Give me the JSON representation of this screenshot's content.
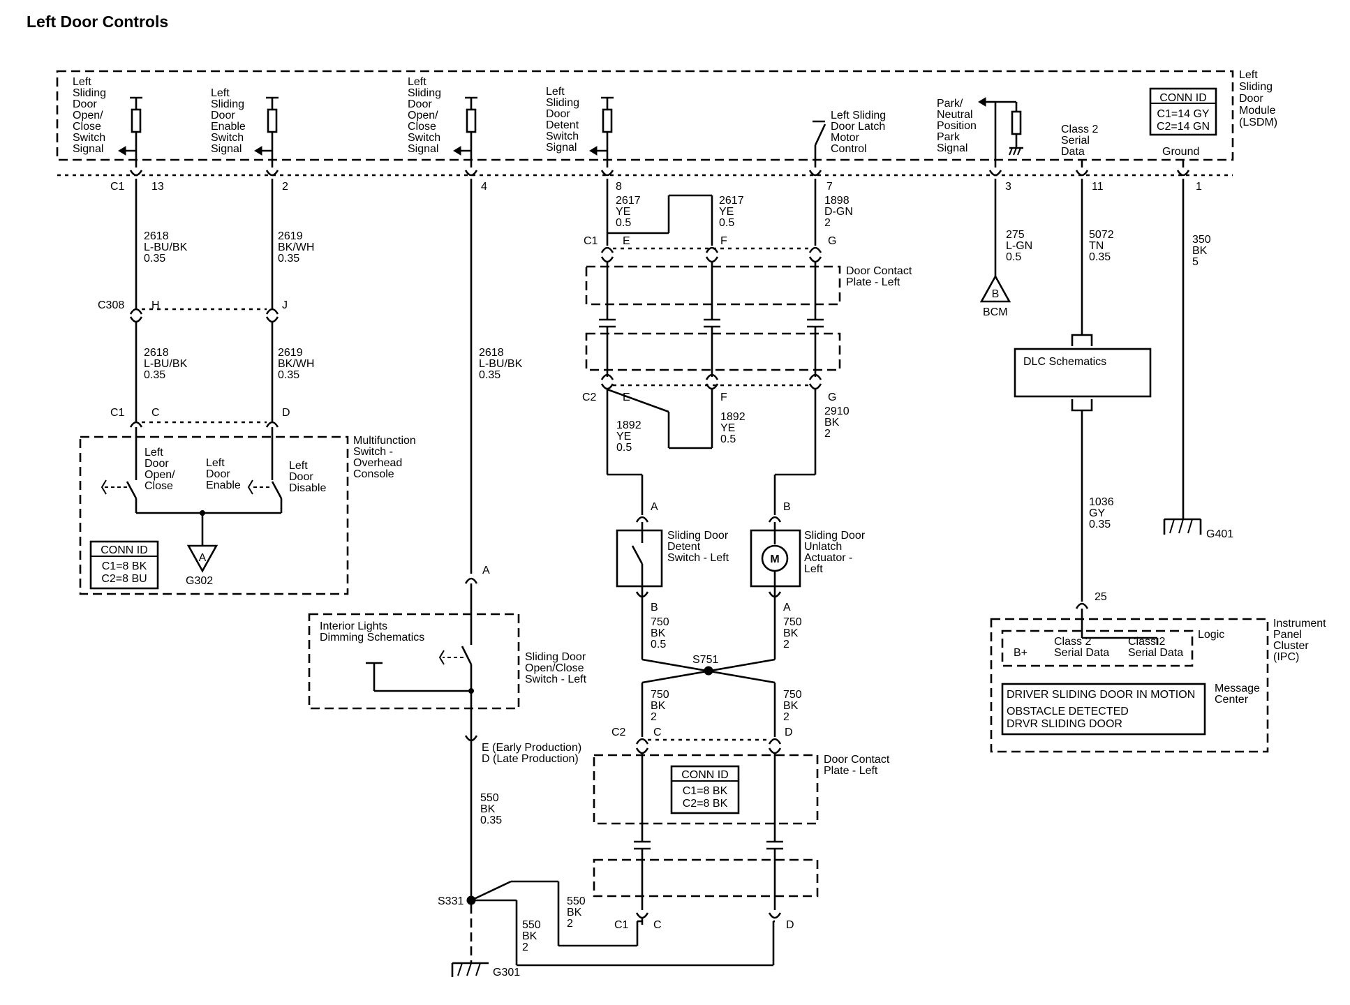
{
  "title": "Left Door Controls",
  "module": {
    "label": [
      "Left",
      "Sliding",
      "Door",
      "Module",
      "(LSDM)"
    ],
    "conn_id": {
      "heading": "CONN ID",
      "c1": "C1=14 GY",
      "c2": "C2=14 GN"
    },
    "inputs": {
      "open_close_1": [
        "Left",
        "Sliding",
        "Door",
        "Open/",
        "Close",
        "Switch",
        "Signal"
      ],
      "enable": [
        "Left",
        "Sliding",
        "Door",
        "Enable",
        "Switch",
        "Signal"
      ],
      "open_close_2": [
        "Left",
        "Sliding",
        "Door",
        "Open/",
        "Close",
        "Switch",
        "Signal"
      ],
      "detent": [
        "Left",
        "Sliding",
        "Door",
        "Detent",
        "Switch",
        "Signal"
      ],
      "latch_motor": [
        "Left Sliding",
        "Door Latch",
        "Motor",
        "Control"
      ],
      "park_neutral": [
        "Park/",
        "Neutral",
        "Position",
        "Park",
        "Signal"
      ],
      "class2": [
        "Class 2",
        "Serial",
        "Data"
      ],
      "ground": "Ground"
    },
    "connector": "C1",
    "pins": [
      "13",
      "2",
      "4",
      "8",
      "7",
      "3",
      "11",
      "1"
    ]
  },
  "wires": {
    "w2618_a": [
      "2618",
      "L-BU/BK",
      "0.35"
    ],
    "w2619_a": [
      "2619",
      "BK/WH",
      "0.35"
    ],
    "w2618_b": [
      "2618",
      "L-BU/BK",
      "0.35"
    ],
    "w2619_b": [
      "2619",
      "BK/WH",
      "0.35"
    ],
    "w2618_c": [
      "2618",
      "L-BU/BK",
      "0.35"
    ],
    "w2617_a": [
      "2617",
      "YE",
      "0.5"
    ],
    "w2617_b": [
      "2617",
      "YE",
      "0.5"
    ],
    "w1898": [
      "1898",
      "D-GN",
      "2"
    ],
    "w275": [
      "275",
      "L-GN",
      "0.5"
    ],
    "w5072": [
      "5072",
      "TN",
      "0.35"
    ],
    "w350": [
      "350",
      "BK",
      "5"
    ],
    "w1892_a": [
      "1892",
      "YE",
      "0.5"
    ],
    "w1892_b": [
      "1892",
      "YE",
      "0.5"
    ],
    "w2910": [
      "2910",
      "BK",
      "2"
    ],
    "w1036": [
      "1036",
      "GY",
      "0.35"
    ],
    "w750_a": [
      "750",
      "BK",
      "0.5"
    ],
    "w750_b": [
      "750",
      "BK",
      "2"
    ],
    "w750_c": [
      "750",
      "BK",
      "2"
    ],
    "w750_d": [
      "750",
      "BK",
      "2"
    ],
    "w550_a": [
      "550",
      "BK",
      "0.35"
    ],
    "w550_b": [
      "550",
      "BK",
      "2"
    ],
    "w550_c": [
      "550",
      "BK",
      "2"
    ]
  },
  "connectors": {
    "c308": {
      "name": "C308",
      "h": "H",
      "j": "J"
    },
    "c1_switch": {
      "name": "C1",
      "c": "C",
      "d": "D"
    },
    "c1_plate_top": {
      "name": "C1",
      "e": "E",
      "f": "F",
      "g": "G"
    },
    "c2_plate_top": {
      "name": "C2",
      "e": "E",
      "f": "F",
      "g": "G"
    },
    "c2_plate_bot": {
      "name": "C2",
      "c": "C",
      "d": "D"
    },
    "c1_plate_bot": {
      "name": "C1",
      "c": "C",
      "d": "D"
    },
    "pin_a_light": "A",
    "pin_e_d_light": [
      "E (Early Production)",
      "D (Late Production)"
    ],
    "detent_a": "A",
    "detent_b": "B",
    "actuator_b": "B",
    "actuator_a": "A",
    "ipc_pin": "25"
  },
  "components": {
    "multifunction": {
      "label": [
        "Multifunction",
        "Switch -",
        "Overhead",
        "Console"
      ],
      "sw_open_close": [
        "Left",
        "Door",
        "Open/",
        "Close"
      ],
      "sw_enable": [
        "Left",
        "Door",
        "Enable"
      ],
      "sw_disable": [
        "Left",
        "Door",
        "Disable"
      ],
      "conn_id": {
        "heading": "CONN ID",
        "c1": "C1=8 BK",
        "c2": "C2=8 BU"
      }
    },
    "door_contact_top": [
      "Door Contact",
      "Plate - Left"
    ],
    "door_contact_bot": [
      "Door Contact",
      "Plate - Left"
    ],
    "plate_conn_id": {
      "heading": "CONN ID",
      "c1": "C1=8 BK",
      "c2": "C2=8 BK"
    },
    "interior_lights": [
      "Interior Lights",
      "Dimming Schematics"
    ],
    "sliding_switch": [
      "Sliding Door",
      "Open/Close",
      "Switch - Left"
    ],
    "detent_switch": [
      "Sliding Door",
      "Detent",
      "Switch - Left"
    ],
    "unlatch_actuator": [
      "Sliding Door",
      "Unlatch",
      "Actuator -",
      "Left"
    ],
    "motor_symbol": "M",
    "dlc": "DLC Schematics",
    "bcm": {
      "label": "BCM",
      "ref": "B"
    },
    "ipc": {
      "label": [
        "Instrument",
        "Panel",
        "Cluster",
        "(IPC)"
      ],
      "logic": "Logic",
      "b_plus": "B+",
      "class2_a": [
        "Class 2",
        "Serial Data"
      ],
      "class2_b": [
        "Class 2",
        "Serial Data"
      ],
      "message_center": [
        "Message",
        "Center"
      ],
      "messages": [
        "DRIVER SLIDING DOOR IN MOTION",
        "OBSTACLE DETECTED",
        "DRVR SLIDING DOOR"
      ]
    }
  },
  "grounds": {
    "g302": {
      "label": "G302",
      "ref": "A"
    },
    "g401": "G401",
    "g301": "G301"
  },
  "splices": {
    "s751": "S751",
    "s331": "S331"
  }
}
